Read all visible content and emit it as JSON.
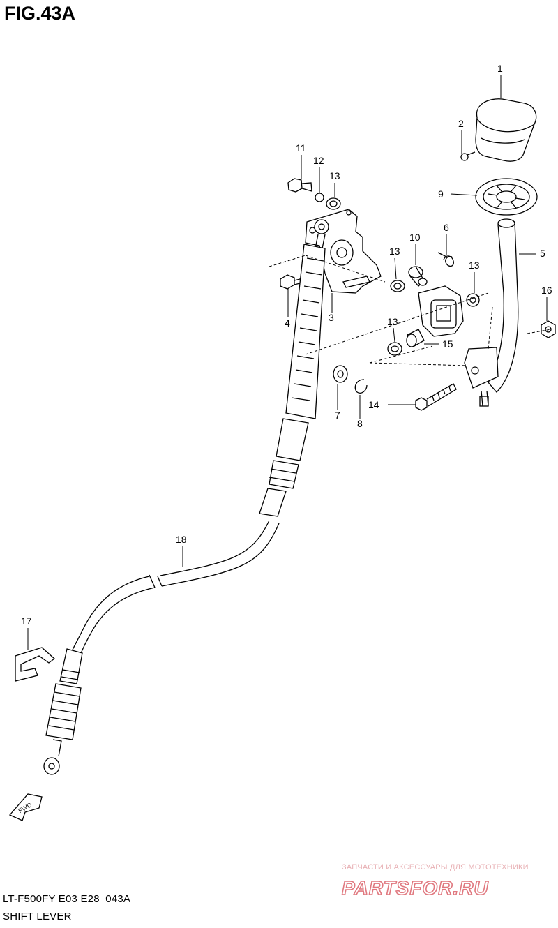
{
  "figure": {
    "title": "FIG.43A",
    "model_code": "LT-F500FY E03 E28_043A",
    "section_name": "SHIFT LEVER"
  },
  "callouts": [
    "1",
    "2",
    "9",
    "11",
    "12",
    "13",
    "13",
    "13",
    "13",
    "10",
    "6",
    "5",
    "4",
    "3",
    "16",
    "15",
    "14",
    "7",
    "8",
    "18",
    "17"
  ],
  "fwd_label": "FWD",
  "watermark": {
    "tagline": "ЗАПЧАСТИ И АКСЕССУАРЫ ДЛЯ МОТОТЕХНИКИ",
    "logo": "PARTSFOR.RU",
    "color": "#e0787f"
  }
}
